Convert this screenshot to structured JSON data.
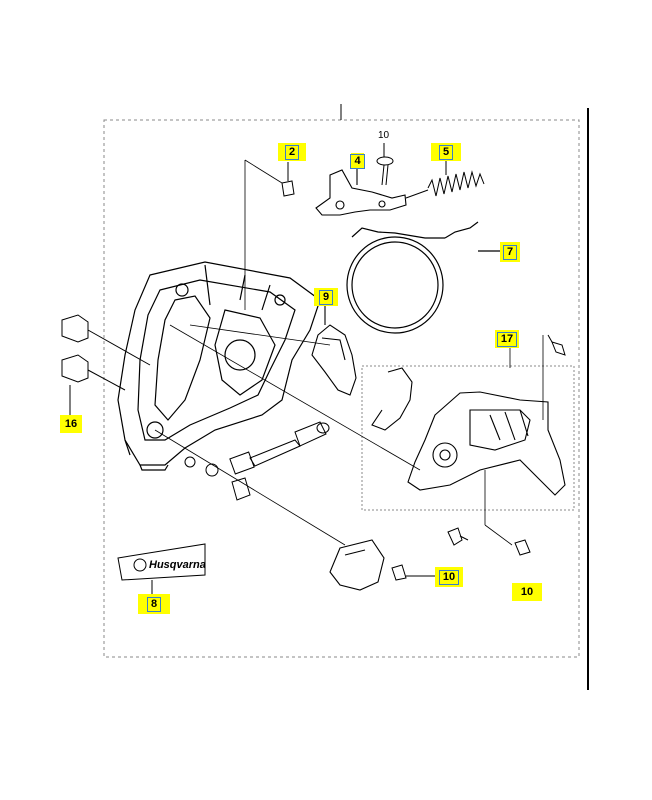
{
  "diagram": {
    "callouts": [
      {
        "id": "callout-2",
        "text": "2"
      },
      {
        "id": "callout-4",
        "text": "4"
      },
      {
        "id": "callout-5",
        "text": "5"
      },
      {
        "id": "callout-7",
        "text": "7"
      },
      {
        "id": "callout-9",
        "text": "9"
      },
      {
        "id": "callout-17",
        "text": "17"
      },
      {
        "id": "callout-16",
        "text": "16"
      },
      {
        "id": "callout-10a",
        "text": "10"
      },
      {
        "id": "callout-10b",
        "text": "10"
      },
      {
        "id": "callout-8",
        "text": "8"
      }
    ],
    "plain_label": "10",
    "brand_text": "Husqvarna"
  },
  "colors": {
    "highlight": "#ffff00",
    "callout_border": "#3a7fc8",
    "line": "#000000",
    "dashed_border": "#888888"
  }
}
